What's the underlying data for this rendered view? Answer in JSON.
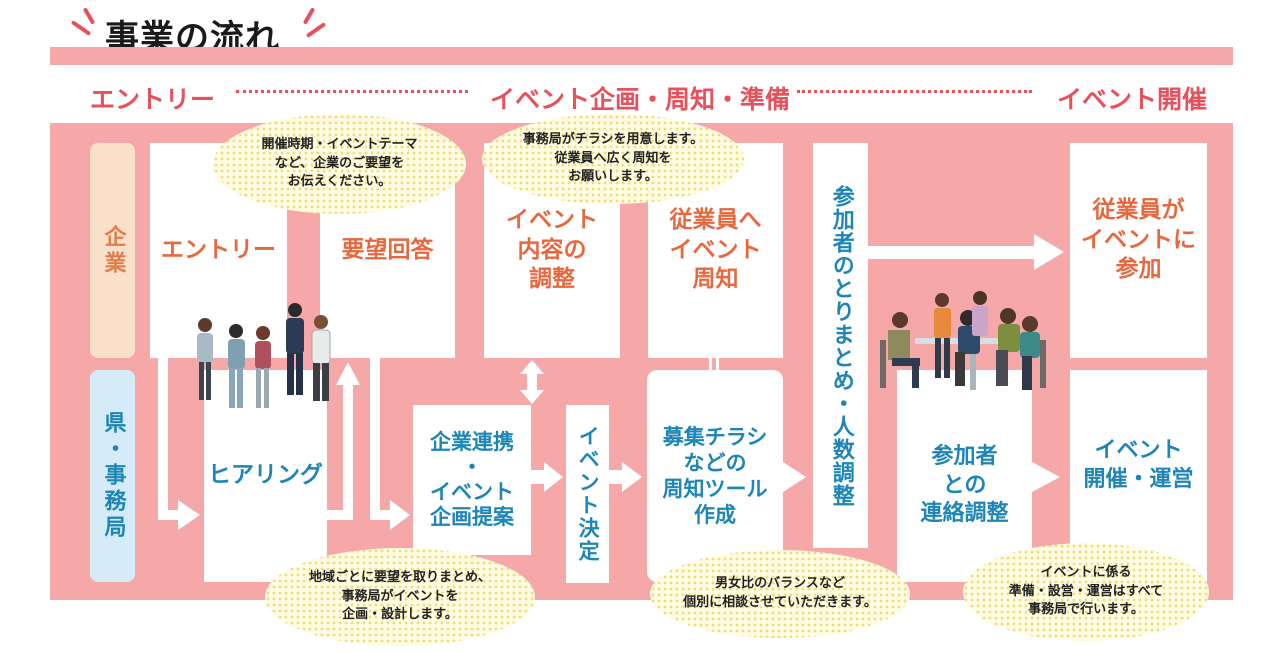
{
  "header": {
    "title": "事業の流れ"
  },
  "stages": {
    "entry": "エントリー",
    "planning": "イベント企画・周知・準備",
    "held": "イベント開催"
  },
  "rows": {
    "company": "企業",
    "prefecture": "県・事務局"
  },
  "company_steps": {
    "entry": "エントリー",
    "request_reply": "要望回答",
    "content_adjust": "イベント\n内容の\n調整",
    "employee_notice": "従業員へ\nイベント\n周知",
    "employee_join": "従業員が\nイベントに\n参加"
  },
  "office_steps": {
    "hearing": "ヒアリング",
    "proposal": "企業連携\n・\nイベント\n企画提案",
    "decision": "イベント決定",
    "tools": "募集チラシ\nなどの\n周知ツール\n作成",
    "participants": "参加者のとりまとめ・人数調整",
    "contact": "参加者\nとの\n連絡調整",
    "operation": "イベント\n開催・運営"
  },
  "bubbles": {
    "request": "開催時期・イベントテーマ\nなど、企業のご要望を\nお伝えください。",
    "flyer": "事務局がチラシを用意します。\n従業員へ広く周知を\nお願いします。",
    "region": "地域ごとに要望を取りまとめ、\n事務局がイベントを\n企画・設計します。",
    "gender": "男女比のバランスなど\n個別に相談させていただきます。",
    "office": "イベントに係る\n準備・設営・運営はすべて\n事務局で行います。"
  },
  "colors": {
    "accent_red": "#e8505b",
    "band_pink": "#f6a8a8",
    "company_orange": "#e8683e",
    "office_blue": "#1d86b6",
    "company_tag": "#fae0c8",
    "office_tag": "#d5ebf8",
    "bubble_yellow": "#fffbe4"
  },
  "icons": [
    "sparkle-icon",
    "arrow-right-icon",
    "arrow-down-icon",
    "arrow-up-icon",
    "double-arrow-icon",
    "people-group-illustration",
    "people-table-illustration"
  ]
}
